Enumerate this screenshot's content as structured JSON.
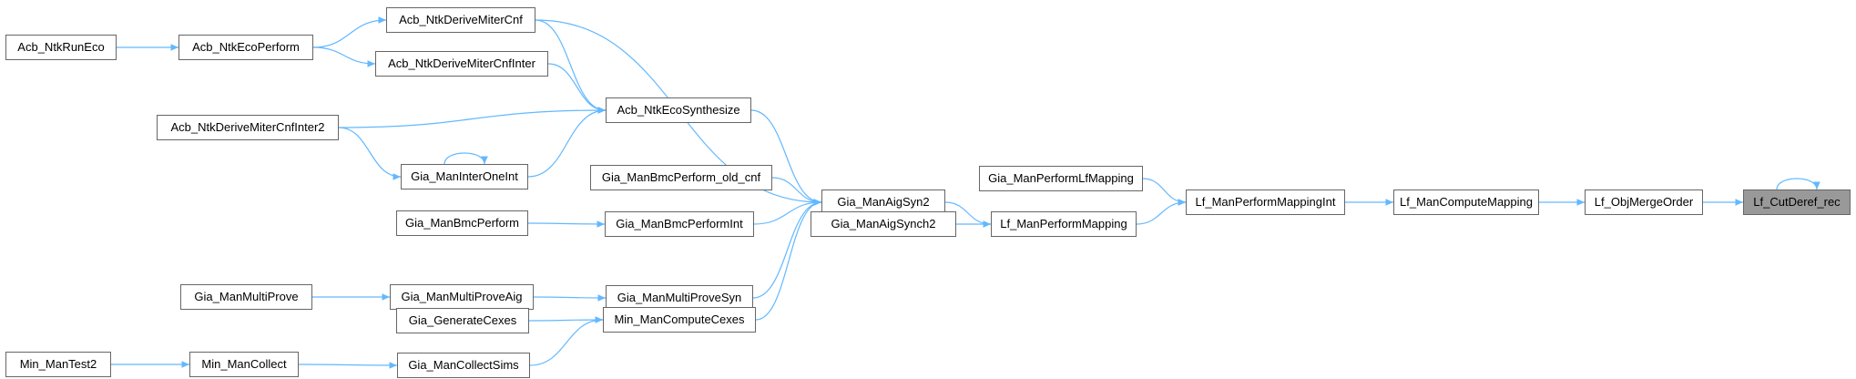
{
  "colors": {
    "edge": "#63b8ff",
    "node_border": "#666666",
    "node_fill": "#ffffff",
    "current_fill": "#999999"
  },
  "nodes": [
    {
      "id": "n1",
      "label": "Acb_NtkRunEco"
    },
    {
      "id": "n2",
      "label": "Acb_NtkEcoPerform"
    },
    {
      "id": "n3",
      "label": "Acb_NtkDeriveMiterCnf"
    },
    {
      "id": "n4",
      "label": "Acb_NtkDeriveMiterCnfInter"
    },
    {
      "id": "n5",
      "label": "Acb_NtkDeriveMiterCnfInter2"
    },
    {
      "id": "n6",
      "label": "Acb_NtkEcoSynthesize"
    },
    {
      "id": "n7",
      "label": "Gia_ManInterOneInt"
    },
    {
      "id": "n8",
      "label": "Gia_ManBmcPerform_old_cnf"
    },
    {
      "id": "n9",
      "label": "Gia_ManBmcPerform"
    },
    {
      "id": "n10",
      "label": "Gia_ManBmcPerformInt"
    },
    {
      "id": "n11",
      "label": "Gia_ManMultiProve"
    },
    {
      "id": "n12",
      "label": "Gia_ManMultiProveAig"
    },
    {
      "id": "n13",
      "label": "Gia_ManMultiProveSyn"
    },
    {
      "id": "n14",
      "label": "Gia_GenerateCexes"
    },
    {
      "id": "n15",
      "label": "Min_ManComputeCexes"
    },
    {
      "id": "n16",
      "label": "Min_ManTest2"
    },
    {
      "id": "n17",
      "label": "Min_ManCollect"
    },
    {
      "id": "n18",
      "label": "Gia_ManCollectSims"
    },
    {
      "id": "n19",
      "label": "Gia_ManAigSyn2"
    },
    {
      "id": "n20",
      "label": "Gia_ManAigSynch2"
    },
    {
      "id": "n21",
      "label": "Gia_ManPerformLfMapping"
    },
    {
      "id": "n22",
      "label": "Lf_ManPerformMapping"
    },
    {
      "id": "n23",
      "label": "Lf_ManPerformMappingInt"
    },
    {
      "id": "n24",
      "label": "Lf_ManComputeMapping"
    },
    {
      "id": "n25",
      "label": "Lf_ObjMergeOrder"
    },
    {
      "id": "n26",
      "label": "Lf_CutDeref_rec",
      "current": true
    }
  ],
  "edges": [
    [
      "n1",
      "n2"
    ],
    [
      "n2",
      "n3"
    ],
    [
      "n2",
      "n4"
    ],
    [
      "n3",
      "n6"
    ],
    [
      "n4",
      "n6"
    ],
    [
      "n5",
      "n6"
    ],
    [
      "n5",
      "n7"
    ],
    [
      "n7",
      "n7"
    ],
    [
      "n7",
      "n6"
    ],
    [
      "n3",
      "n19"
    ],
    [
      "n6",
      "n19"
    ],
    [
      "n8",
      "n19"
    ],
    [
      "n9",
      "n10"
    ],
    [
      "n10",
      "n19"
    ],
    [
      "n11",
      "n12"
    ],
    [
      "n12",
      "n13"
    ],
    [
      "n13",
      "n19"
    ],
    [
      "n14",
      "n15"
    ],
    [
      "n15",
      "n19"
    ],
    [
      "n16",
      "n17"
    ],
    [
      "n17",
      "n18"
    ],
    [
      "n18",
      "n15"
    ],
    [
      "n19",
      "n22"
    ],
    [
      "n20",
      "n22"
    ],
    [
      "n21",
      "n23"
    ],
    [
      "n22",
      "n23"
    ],
    [
      "n23",
      "n24"
    ],
    [
      "n24",
      "n25"
    ],
    [
      "n25",
      "n26"
    ],
    [
      "n26",
      "n26"
    ]
  ]
}
